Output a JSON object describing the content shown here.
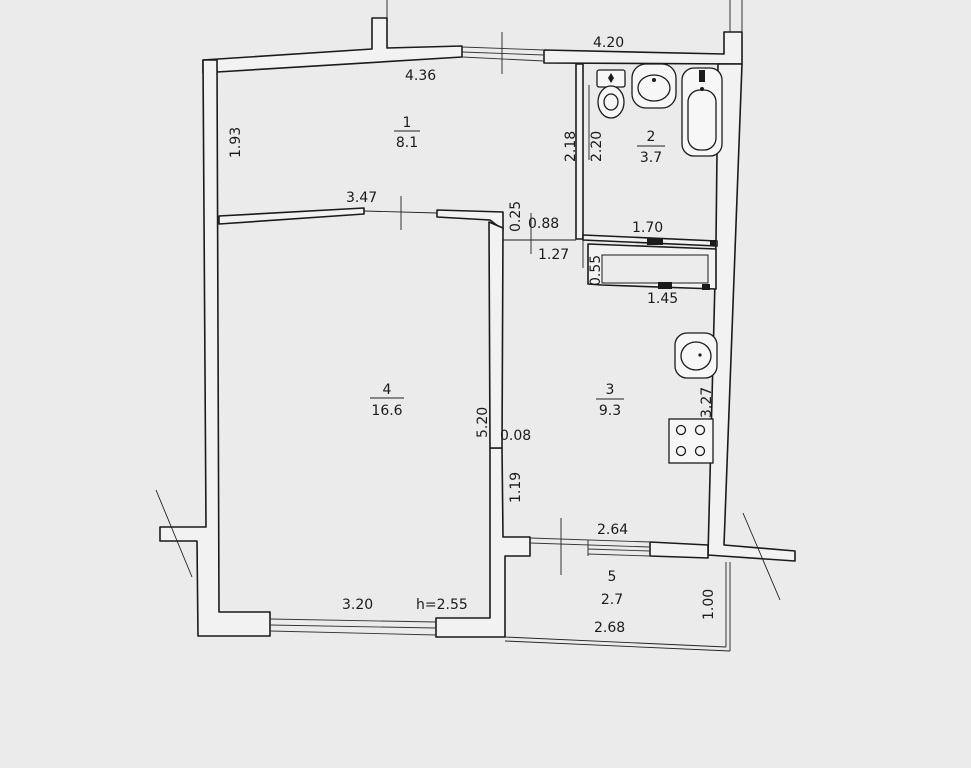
{
  "rooms": [
    {
      "number": "1",
      "area": "8.1"
    },
    {
      "number": "2",
      "area": "3.7"
    },
    {
      "number": "3",
      "area": "9.3"
    },
    {
      "number": "4",
      "area": "16.6"
    },
    {
      "number": "5",
      "area": "2.7"
    }
  ],
  "dimensions": {
    "top_right": "4.20",
    "room1_width": "4.36",
    "room1_height": "1.93",
    "bath_height_outer": "2.18",
    "bath_height_inner": "2.20",
    "room4_top_width": "3.47",
    "partition_small": "0.25",
    "passage_width": "0.88",
    "bath_bottom_width": "1.70",
    "hall_width": "1.27",
    "closet_depth": "0.55",
    "closet_width": "1.45",
    "kitchen_right": "3.27",
    "room4_side": "5.20",
    "wall_thickness": "0.08",
    "kitchen_lower": "1.19",
    "balcony_door_width": "2.64",
    "room4_bottom_width": "3.20",
    "ceiling_height": "h=2.55",
    "balcony_depth": "1.00",
    "balcony_width": "2.68"
  },
  "fixtures": [
    "toilet-icon",
    "washbasin-icon",
    "bathtub-icon",
    "kitchen-sink-icon",
    "stove-icon"
  ]
}
